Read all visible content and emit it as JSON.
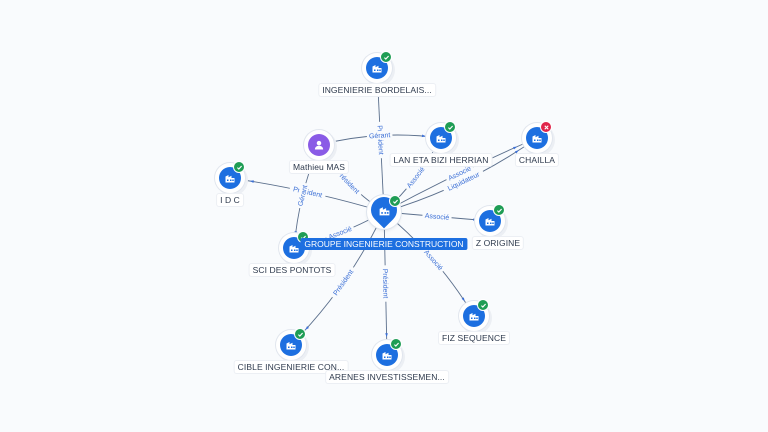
{
  "center": {
    "label": "GROUPE INGENIERIE CONSTRUCTION",
    "icon": "company-icon",
    "status": "active",
    "accent": "#1d6fe0"
  },
  "nodes": [
    {
      "id": "ingenierie-bordelais",
      "label": "INGENIERIE BORDELAIS...",
      "type": "company",
      "status": "active"
    },
    {
      "id": "mathieu-mas",
      "label": "Mathieu MAS",
      "type": "person",
      "status": "none"
    },
    {
      "id": "lan-eta-bizi-herrian",
      "label": "LAN ETA BIZI HERRIAN",
      "type": "company",
      "status": "active"
    },
    {
      "id": "chailla",
      "label": "CHAILLA",
      "type": "company",
      "status": "closed"
    },
    {
      "id": "idc",
      "label": "I D C",
      "type": "company",
      "status": "active"
    },
    {
      "id": "z-origine",
      "label": "Z ORIGINE",
      "type": "company",
      "status": "active"
    },
    {
      "id": "sci-des-pontots",
      "label": "SCI DES PONTOTS",
      "type": "company",
      "status": "active"
    },
    {
      "id": "fiz-sequence",
      "label": "FIZ SEQUENCE",
      "type": "company",
      "status": "active"
    },
    {
      "id": "cible-ingenierie",
      "label": "CIBLE INGENIERIE CON...",
      "type": "company",
      "status": "active"
    },
    {
      "id": "arenes-investissement",
      "label": "ARENES INVESTISSEMEN...",
      "type": "company",
      "status": "active"
    }
  ],
  "edges": [
    {
      "from": "center",
      "to": "ingenierie-bordelais",
      "label": "Président"
    },
    {
      "from": "mathieu-mas",
      "to": "center",
      "label": "Président"
    },
    {
      "from": "mathieu-mas",
      "to": "lan-eta-bizi-herrian",
      "label": "Gérant"
    },
    {
      "from": "center",
      "to": "lan-eta-bizi-herrian",
      "label": "Associé"
    },
    {
      "from": "center",
      "to": "chailla",
      "label": "Liquidateur"
    },
    {
      "from": "center",
      "to": "chailla",
      "label": "Associé"
    },
    {
      "from": "center",
      "to": "idc",
      "label": "Président"
    },
    {
      "from": "center",
      "to": "z-origine",
      "label": "Associé"
    },
    {
      "from": "mathieu-mas",
      "to": "sci-des-pontots",
      "label": "Gérant"
    },
    {
      "from": "center",
      "to": "sci-des-pontots",
      "label": "Associé"
    },
    {
      "from": "center",
      "to": "fiz-sequence",
      "label": "Associé"
    },
    {
      "from": "center",
      "to": "cible-ingenierie",
      "label": "Président"
    },
    {
      "from": "center",
      "to": "arenes-investissement",
      "label": "Président"
    }
  ],
  "colors": {
    "company": "#1d6fe0",
    "person": "#8a5be6",
    "active": "#1f9d55",
    "closed": "#e0244a",
    "edge_label": "#3b6fd6",
    "background": "#f9fbfd"
  }
}
